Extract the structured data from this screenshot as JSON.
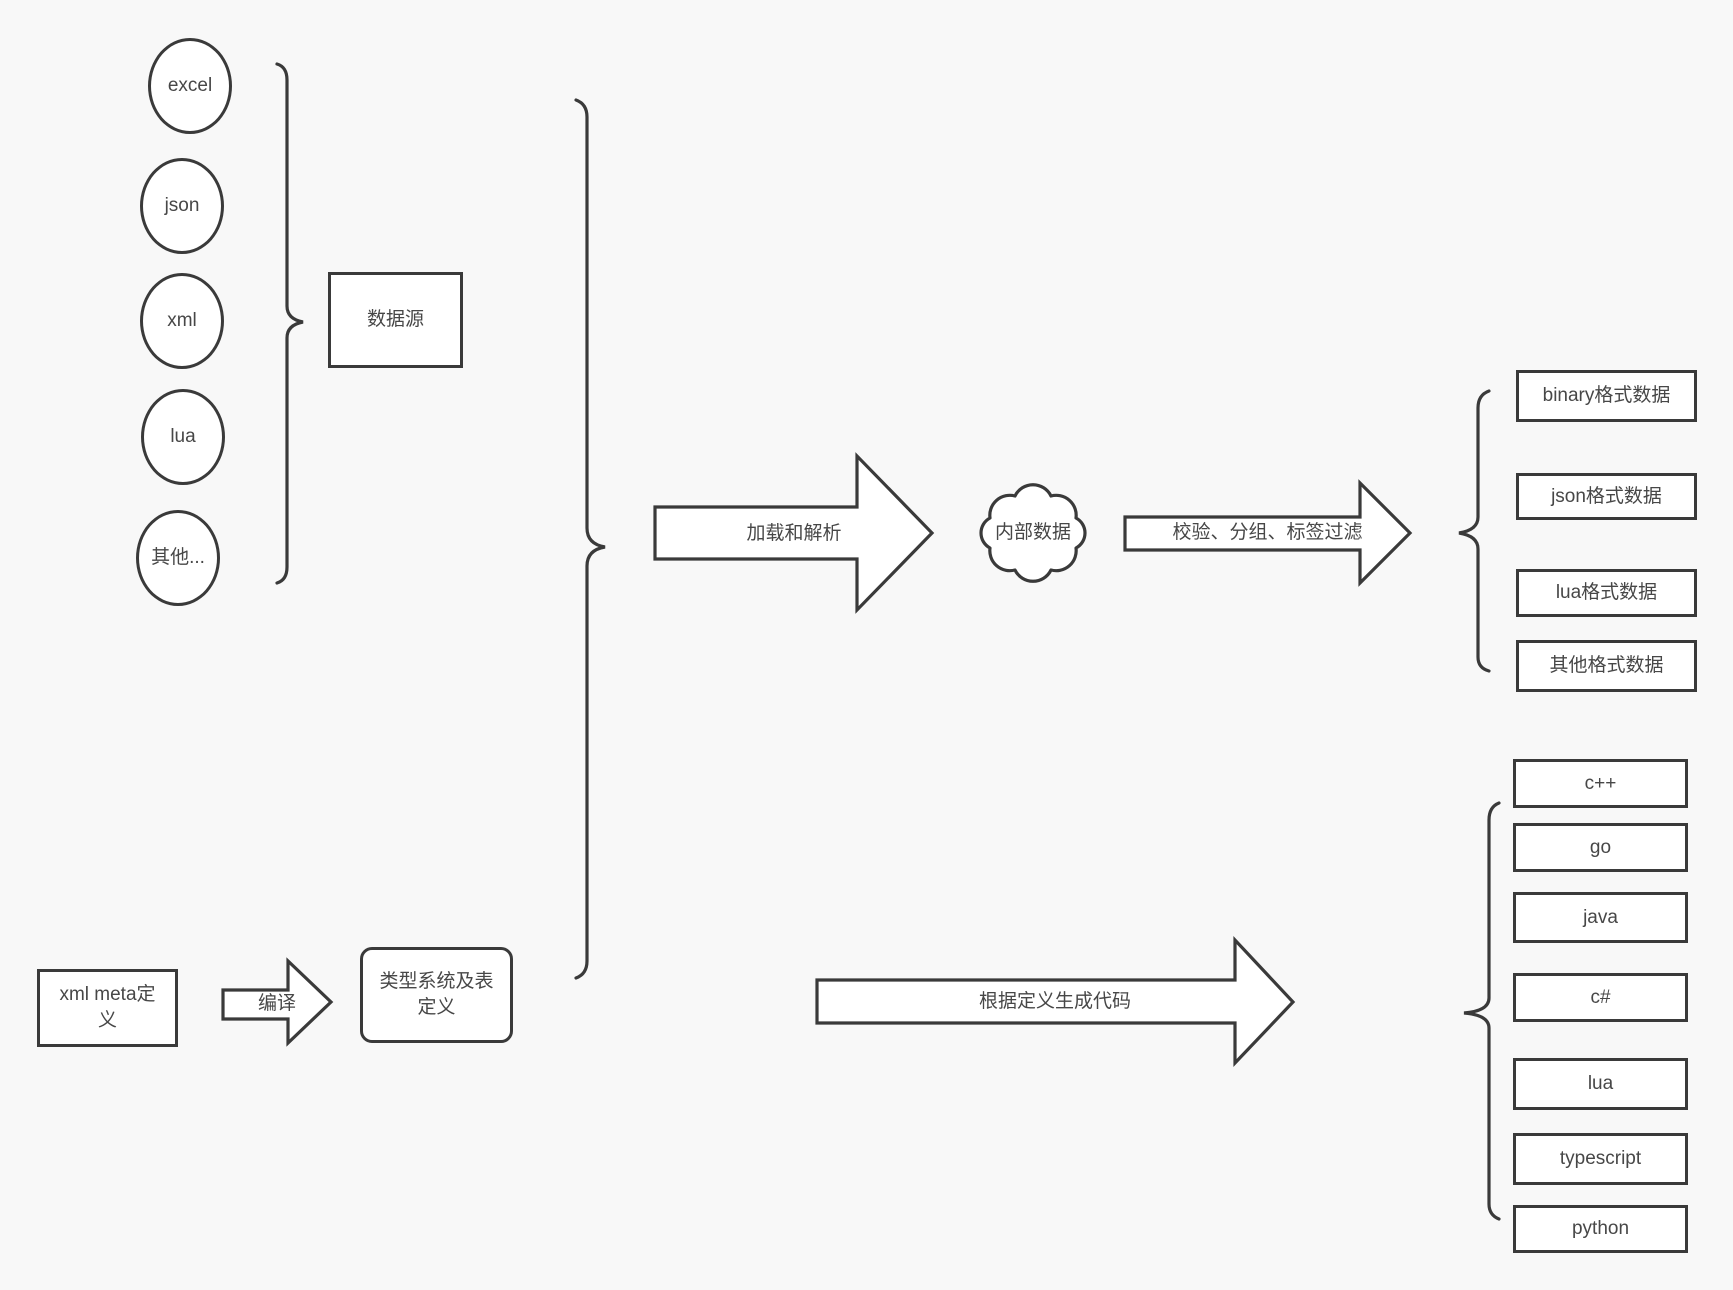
{
  "canvas": {
    "background_color": "#f8f8f8",
    "stroke_color": "#3a3a3a",
    "text_color": "#474747",
    "node_fill": "#ffffff"
  },
  "data_sources": {
    "group_label": "数据源",
    "items": [
      "excel",
      "json",
      "xml",
      "lua",
      "其他..."
    ]
  },
  "meta_flow": {
    "xml_meta_label": "xml meta定义",
    "compile_arrow_label": "编译",
    "type_system_label": "类型系统及表定义"
  },
  "pipeline": {
    "load_parse_arrow_label": "加载和解析",
    "internal_data_label": "内部数据",
    "filter_arrow_label": "校验、分组、标签过滤",
    "generate_code_arrow_label": "根据定义生成代码"
  },
  "output_formats": [
    "binary格式数据",
    "json格式数据",
    "lua格式数据",
    "其他格式数据"
  ],
  "languages": [
    "c++",
    "go",
    "java",
    "c#",
    "lua",
    "typescript",
    "python"
  ]
}
